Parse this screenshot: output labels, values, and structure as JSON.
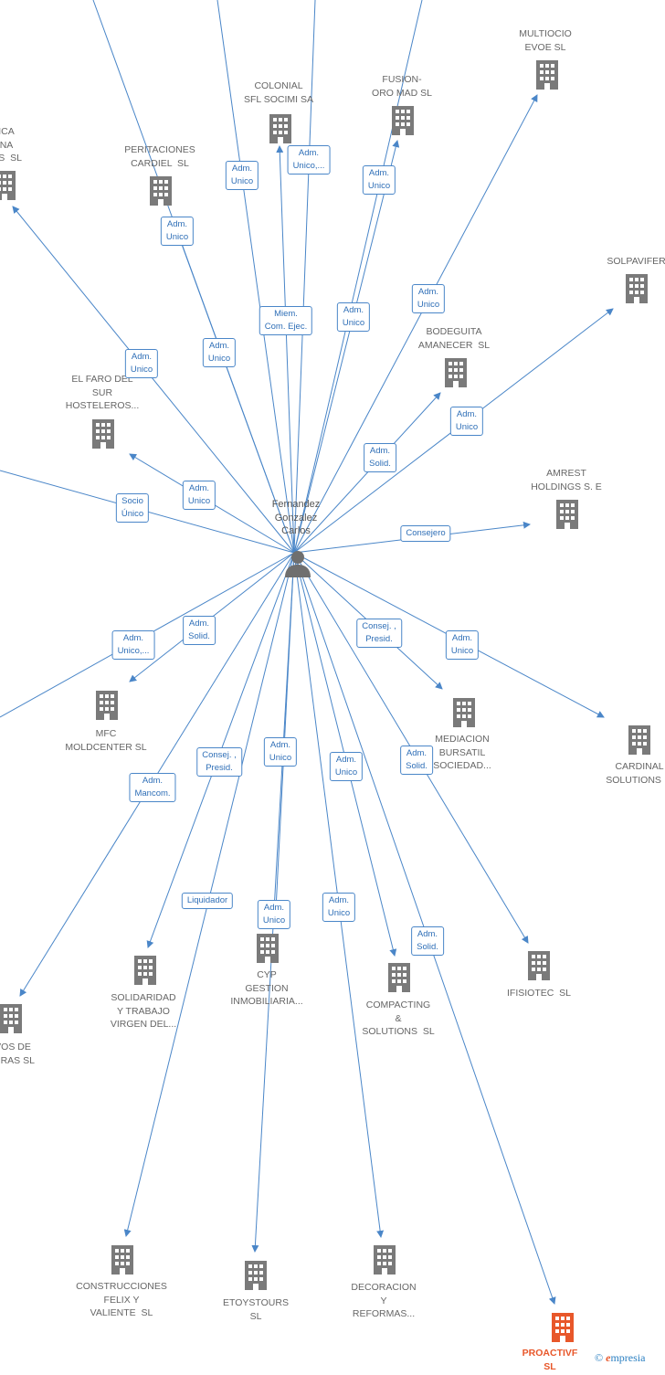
{
  "center": {
    "name": "Fernandez\nGonzalez\nCarlos",
    "icon": "person-icon"
  },
  "colors": {
    "edge": "#4a86c8",
    "building": "#7a7a7a",
    "highlight": "#e8572a"
  },
  "nodes": [
    {
      "id": "multiocio",
      "label": "MULTIOCIO\nEVOE SL",
      "role": "Adm.\nUnico",
      "icon": "building-icon"
    },
    {
      "id": "colonial",
      "label": "COLONIAL\nSFL SOCIMI SA",
      "role": "Adm.\nUnico,...",
      "icon": "building-icon"
    },
    {
      "id": "fusion",
      "label": "FUSION-\nORO MAD SL",
      "role": "Adm.\nUnico",
      "icon": "building-icon"
    },
    {
      "id": "ica",
      "label": "ICA\nNA\nOS  SL",
      "role": "Adm.\nUnico",
      "icon": "building-icon"
    },
    {
      "id": "peritaciones",
      "label": "PERITACIONES\nCARDIEL  SL",
      "role": "Adm.\nUnico",
      "icon": "building-icon"
    },
    {
      "id": "solpavifer",
      "label": "SOLPAVIFER  S",
      "role": "Adm.\nUnico",
      "icon": "building-icon"
    },
    {
      "id": "bodeguita",
      "label": "BODEGUITA\nAMANECER  SL",
      "role": "Adm.\nSolid.",
      "icon": "building-icon"
    },
    {
      "id": "elfaro",
      "label": "EL FARO DEL\nSUR\nHOSTELEROS...",
      "role": "Adm.\nUnico",
      "icon": "building-icon"
    },
    {
      "id": "amrest",
      "label": "AMREST\nHOLDINGS S. E",
      "role": "Consejero",
      "icon": "building-icon"
    },
    {
      "id": "mfc",
      "label": "MFC\nMOLDCENTER SL",
      "role": "Adm.\nSolid.",
      "icon": "building-icon"
    },
    {
      "id": "mediacion",
      "label": "MEDIACION\nBURSATIL\nSOCIEDAD...",
      "role": "Consej. ,\nPresid.",
      "icon": "building-icon"
    },
    {
      "id": "cardinal",
      "label": "CARDINAL\nSOLUTIONS  S",
      "role": "Adm.\nUnico",
      "icon": "building-icon"
    },
    {
      "id": "vosde",
      "label": "VOS DE\nCIRAS SL",
      "role": "Adm.\nMancom.",
      "icon": "building-icon"
    },
    {
      "id": "solidaridad",
      "label": "SOLIDARIDAD\nY TRABAJO\nVIRGEN DEL...",
      "role": "Consej. ,\nPresid.",
      "icon": "building-icon"
    },
    {
      "id": "cyp",
      "label": "CYP\nGESTION\nINMOBILIARIA...",
      "role": "Adm.\nUnico",
      "icon": "building-icon"
    },
    {
      "id": "compacting",
      "label": "COMPACTING\n&\nSOLUTIONS  SL",
      "role": "Adm.\nUnico",
      "icon": "building-icon"
    },
    {
      "id": "ifisiotec",
      "label": "IFISIOTEC  SL",
      "role": "Adm.\nSolid.",
      "icon": "building-icon"
    },
    {
      "id": "construcciones",
      "label": "CONSTRUCCIONES\nFELIX Y\nVALIENTE  SL",
      "role": "Liquidador",
      "icon": "building-icon"
    },
    {
      "id": "etoystours",
      "label": "ETOYSTOURS\nSL",
      "role": "Adm.\nUnico",
      "icon": "building-icon"
    },
    {
      "id": "decoracion",
      "label": "DECORACION\nY\nREFORMAS...",
      "role": "Adm.\nUnico",
      "icon": "building-icon"
    },
    {
      "id": "proactivf",
      "label": "PROACTIVF\nSL",
      "role": "Adm.\nSolid.",
      "icon": "building-icon",
      "highlight": true
    }
  ],
  "extra_edge_labels": [
    {
      "id": "x1",
      "text": "Miem.\nCom. Ejec."
    },
    {
      "id": "x2",
      "text": "Adm.\nUnico"
    },
    {
      "id": "x3",
      "text": "Adm.\nUnico"
    },
    {
      "id": "x4",
      "text": "Adm.\nUnico"
    },
    {
      "id": "x5",
      "text": "Socio\nÚnico"
    },
    {
      "id": "x6",
      "text": "Socio\nÚnico"
    },
    {
      "id": "x7",
      "text": "Adm.\nUnico,..."
    },
    {
      "id": "x8",
      "text": "Adm.\nUnico"
    }
  ],
  "brand": {
    "copyright": "©",
    "e": "e",
    "rest": "mpresia"
  }
}
